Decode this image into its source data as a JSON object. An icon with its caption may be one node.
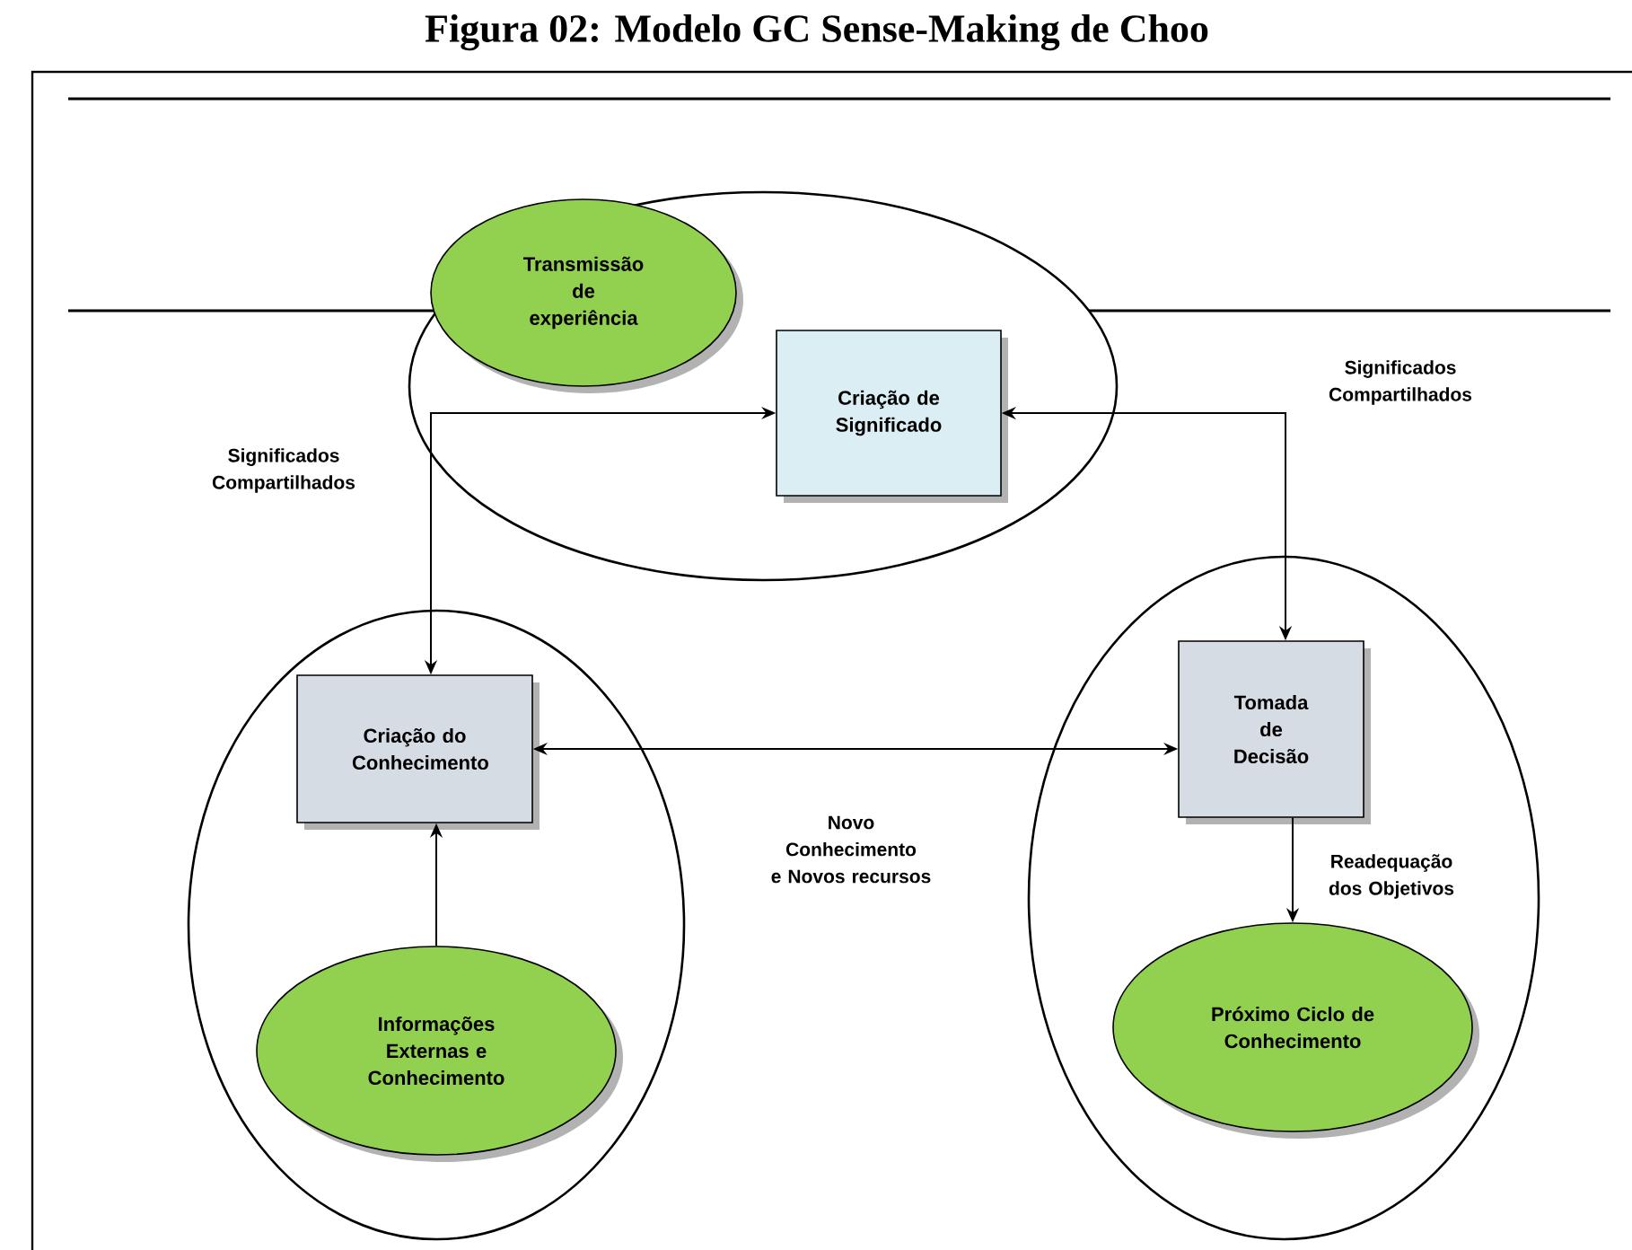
{
  "diagram": {
    "title": "Figura 02: Modelo GC Sense-Making de Choo",
    "nodes": [
      {
        "text": [],
        "shape": "circle"
      },
      {
        "text": [
          "Transmissão de experiência"
        ],
        "in": 0
      },
      {
        "text": [
          "Criação de Significado"
        ],
        "in": 0
      },
      {
        "text": [],
        "shape": "circle"
      },
      {
        "text": [
          "Criação do Conhecimento"
        ],
        "in": 3
      },
      {
        "text": [
          "Informações Externas e Conhecimento"
        ],
        "in": 3
      },
      {
        "text": [],
        "shape": "circle"
      },
      {
        "text": [
          "Tomada de Decisão"
        ],
        "in": 6
      },
      {
        "text": [
          "Próximo Ciclo de Conhecimento"
        ],
        "in": 6
      }
    ],
    "edges": [
      {
        "from": 4,
        "to": 2,
        "arrow": "both",
        "label": "Significados Compartilhados"
      },
      {
        "from": 2,
        "to": 7,
        "arrow": "both",
        "label": "Significados Compartilhados"
      },
      {
        "from": 4,
        "to": 7,
        "arrow": "both",
        "label": "Novo Conhecimento e Novos recursos"
      },
      {
        "from": 5,
        "to": 4,
        "arrow": "to"
      },
      {
        "from": 7,
        "to": 8,
        "arrow": "to",
        "label": "Readequação dos Objetivos"
      }
    ]
  }
}
